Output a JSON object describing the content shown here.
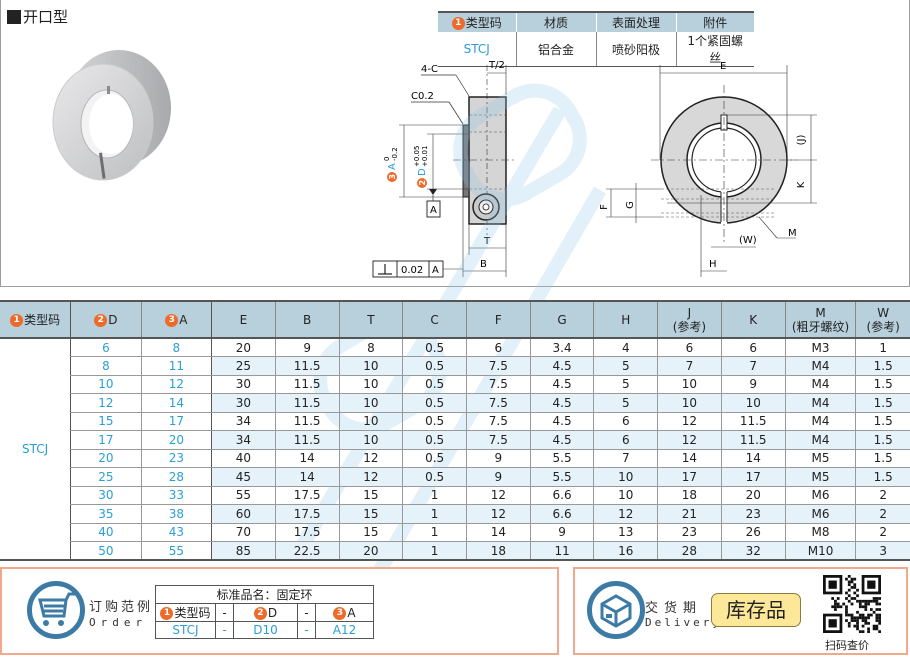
{
  "title": "开口型",
  "spec": {
    "headers": [
      "类型码",
      "材质",
      "表面处理",
      "附件"
    ],
    "badge1": "1",
    "row": [
      "STCJ",
      "铝合金",
      "喷砂阳极",
      "1个紧固螺丝"
    ]
  },
  "drawing_side": {
    "labels": {
      "four_c": "4-C",
      "t_half": "T/2",
      "c02": "C0.2",
      "a_label": "A",
      "a_tol_top": "0",
      "a_tol_bottom": "-0.2",
      "d_label": "D",
      "d_tol_top": "+0.05",
      "d_tol_bottom": "+0.01",
      "datum": "A",
      "t": "T",
      "b": "B",
      "perp_value": "0.02",
      "perp_datum": "A",
      "badge2": "2",
      "badge3": "3"
    }
  },
  "drawing_front": {
    "labels": {
      "e": "E",
      "j": "(J)",
      "k": "K",
      "f": "F",
      "g": "G",
      "w": "(W)",
      "m": "M",
      "h": "H"
    }
  },
  "table": {
    "headers": [
      {
        "badge": "1",
        "text": "类型码",
        "sub": ""
      },
      {
        "badge": "2",
        "text": "D",
        "sub": ""
      },
      {
        "badge": "3",
        "text": "A",
        "sub": ""
      },
      {
        "badge": "",
        "text": "E",
        "sub": ""
      },
      {
        "badge": "",
        "text": "B",
        "sub": ""
      },
      {
        "badge": "",
        "text": "T",
        "sub": ""
      },
      {
        "badge": "",
        "text": "C",
        "sub": ""
      },
      {
        "badge": "",
        "text": "F",
        "sub": ""
      },
      {
        "badge": "",
        "text": "G",
        "sub": ""
      },
      {
        "badge": "",
        "text": "H",
        "sub": ""
      },
      {
        "badge": "",
        "text": "J",
        "sub": "(参考)"
      },
      {
        "badge": "",
        "text": "K",
        "sub": ""
      },
      {
        "badge": "",
        "text": "M",
        "sub": "(粗牙螺纹)"
      },
      {
        "badge": "",
        "text": "W",
        "sub": "(参考)"
      }
    ],
    "type_code": "STCJ",
    "rows": [
      [
        "6",
        "8",
        "20",
        "9",
        "8",
        "0.5",
        "6",
        "3.4",
        "4",
        "6",
        "6",
        "M3",
        "1"
      ],
      [
        "8",
        "11",
        "25",
        "11.5",
        "10",
        "0.5",
        "7.5",
        "4.5",
        "5",
        "7",
        "7",
        "M4",
        "1.5"
      ],
      [
        "10",
        "12",
        "30",
        "11.5",
        "10",
        "0.5",
        "7.5",
        "4.5",
        "5",
        "10",
        "9",
        "M4",
        "1.5"
      ],
      [
        "12",
        "14",
        "30",
        "11.5",
        "10",
        "0.5",
        "7.5",
        "4.5",
        "5",
        "10",
        "10",
        "M4",
        "1.5"
      ],
      [
        "15",
        "17",
        "34",
        "11.5",
        "10",
        "0.5",
        "7.5",
        "4.5",
        "6",
        "12",
        "11.5",
        "M4",
        "1.5"
      ],
      [
        "17",
        "20",
        "34",
        "11.5",
        "10",
        "0.5",
        "7.5",
        "4.5",
        "6",
        "12",
        "11.5",
        "M4",
        "1.5"
      ],
      [
        "20",
        "23",
        "40",
        "14",
        "12",
        "0.5",
        "9",
        "5.5",
        "7",
        "14",
        "14",
        "M5",
        "1.5"
      ],
      [
        "25",
        "28",
        "45",
        "14",
        "12",
        "0.5",
        "9",
        "5.5",
        "10",
        "17",
        "17",
        "M5",
        "1.5"
      ],
      [
        "30",
        "33",
        "55",
        "17.5",
        "15",
        "1",
        "12",
        "6.6",
        "10",
        "18",
        "20",
        "M6",
        "2"
      ],
      [
        "35",
        "38",
        "60",
        "17.5",
        "15",
        "1",
        "12",
        "6.6",
        "12",
        "21",
        "23",
        "M6",
        "2"
      ],
      [
        "40",
        "43",
        "70",
        "17.5",
        "15",
        "1",
        "14",
        "9",
        "13",
        "23",
        "26",
        "M8",
        "2"
      ],
      [
        "50",
        "55",
        "85",
        "22.5",
        "20",
        "1",
        "18",
        "11",
        "16",
        "28",
        "32",
        "M10",
        "3"
      ]
    ]
  },
  "order": {
    "cn": "订购范例",
    "en": "Order",
    "std_name": "标准品名：固定环",
    "header": [
      "类型码",
      "-",
      "D",
      "-",
      "A"
    ],
    "badges": [
      "1",
      "2",
      "3"
    ],
    "values": [
      "STCJ",
      "-",
      "D10",
      "-",
      "A12"
    ]
  },
  "delivery": {
    "cn": "交货期",
    "en": "Delivery",
    "stock_label": "库存品",
    "qr_label": "扫码查价"
  },
  "colors": {
    "accent_blue": "#2a9fd6",
    "badge_orange": "#ee6a2a",
    "header_bg": "#b8cfdc",
    "alt_row_bg": "#e6f2fa",
    "box_border": "#f2a88a",
    "icon_blue": "#3c7ba6"
  }
}
